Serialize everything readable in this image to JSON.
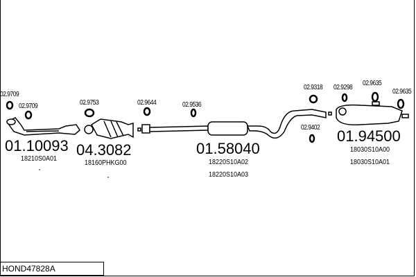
{
  "diagram_code": "HOND47828A",
  "parts": [
    {
      "number": "01.10093",
      "oem": [
        "18210S0A01"
      ]
    },
    {
      "number": "04.3082",
      "oem": [
        "18160PHKG00"
      ]
    },
    {
      "number": "01.58040",
      "oem": [
        "18220S10A02",
        "18220S10A03"
      ]
    },
    {
      "number": "01.94500",
      "oem": [
        "18030S10A00",
        "18030S10A01"
      ]
    }
  ],
  "accessories": [
    "02.9709",
    "02.9709",
    "02.9753",
    "02.9644",
    "02.9536",
    "02.9318",
    "02.9402",
    "02.9298",
    "02.9635",
    "02.9635"
  ]
}
